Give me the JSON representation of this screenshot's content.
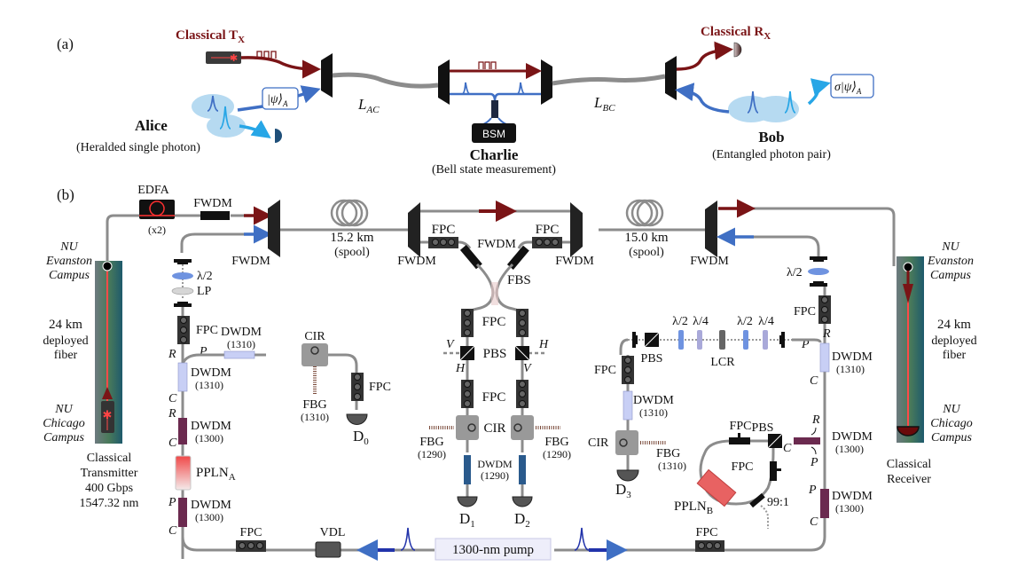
{
  "panel_a": {
    "label": "(a)",
    "classical_tx": {
      "main": "Classical T",
      "sub": "X"
    },
    "classical_rx": {
      "main": "Classical R",
      "sub": "X"
    },
    "alice": {
      "name": "Alice",
      "desc": "(Heralded single photon)",
      "state": "|ψ⟩",
      "state_sub": "A"
    },
    "charlie": {
      "name": "Charlie",
      "desc": "(Bell state measurement)",
      "box": "BSM"
    },
    "bob": {
      "name": "Bob",
      "desc": "(Entangled photon pair)",
      "state": "σ|ψ⟩",
      "state_sub": "A"
    },
    "l_ac": {
      "main": "L",
      "sub": "AC"
    },
    "l_bc": {
      "main": "L",
      "sub": "BC"
    }
  },
  "panel_b": {
    "label": "(b)",
    "left_site": {
      "top_campus": [
        "NU",
        "Evanston",
        "Campus"
      ],
      "fiber": [
        "24 km",
        "deployed",
        "fiber"
      ],
      "bottom_campus": [
        "NU",
        "Chicago",
        "Campus"
      ],
      "device": [
        "Classical",
        "Transmitter",
        "400 Gbps",
        "1547.32 nm"
      ]
    },
    "right_site": {
      "top_campus": [
        "NU",
        "Evanston",
        "Campus"
      ],
      "fiber": [
        "24 km",
        "deployed",
        "fiber"
      ],
      "bottom_campus": [
        "NU",
        "Chicago",
        "Campus"
      ],
      "device": [
        "Classical",
        "Receiver"
      ]
    },
    "edfa": {
      "label": "EDFA",
      "note": "(x2)"
    },
    "fwdm": "FWDM",
    "fpc": "FPC",
    "fbs": "FBS",
    "pbs": "PBS",
    "cir": "CIR",
    "lp": "LP",
    "lcr": "LCR",
    "vdl": "VDL",
    "half_wave": "λ/2",
    "quarter_wave": "λ/4",
    "dwdm": "DWDM",
    "fbg": "FBG",
    "ratio": "99:1",
    "spool_left": {
      "length": "15.2 km",
      "note": "(spool)"
    },
    "spool_right": {
      "length": "15.0 km",
      "note": "(spool)"
    },
    "wl_1310": "(1310)",
    "wl_1300": "(1300)",
    "wl_1290": "(1290)",
    "port_r": "R",
    "port_p": "P",
    "port_c": "C",
    "pol_h": "H",
    "pol_v": "V",
    "ppln_a": {
      "main": "PPLN",
      "sub": "A"
    },
    "ppln_b": {
      "main": "PPLN",
      "sub": "B"
    },
    "detectors": [
      {
        "main": "D",
        "sub": "0"
      },
      {
        "main": "D",
        "sub": "1"
      },
      {
        "main": "D",
        "sub": "2"
      },
      {
        "main": "D",
        "sub": "3"
      }
    ],
    "pump": "1300-nm pump"
  },
  "colors": {
    "classical_red": "#7a1416",
    "quantum_blue": "#3f6fc4",
    "herald_cyan": "#27a6e6",
    "pump_blue": "#2233aa",
    "fiber_gray": "#8c8c8c",
    "dwdm_1310": "#c8cff5",
    "dwdm_1300": "#6b2a4f",
    "dwdm_1290": "#2a5a8c",
    "ppln_red": "#e86262"
  }
}
